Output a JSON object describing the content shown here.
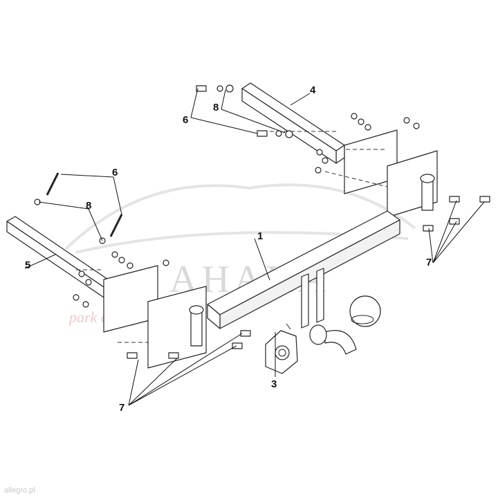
{
  "watermark": {
    "brand": "AHAKA",
    "tagline": "park auto parts"
  },
  "credit": "allegro.pl",
  "callouts": {
    "bar": "1",
    "ball": "3",
    "bracket_right": "4",
    "bracket_left": "5",
    "bolts_upper": "6",
    "bolts_left": "6",
    "washers_upper": "8",
    "washers_left": "8",
    "fasteners_right": "7",
    "fasteners_left": "7"
  }
}
